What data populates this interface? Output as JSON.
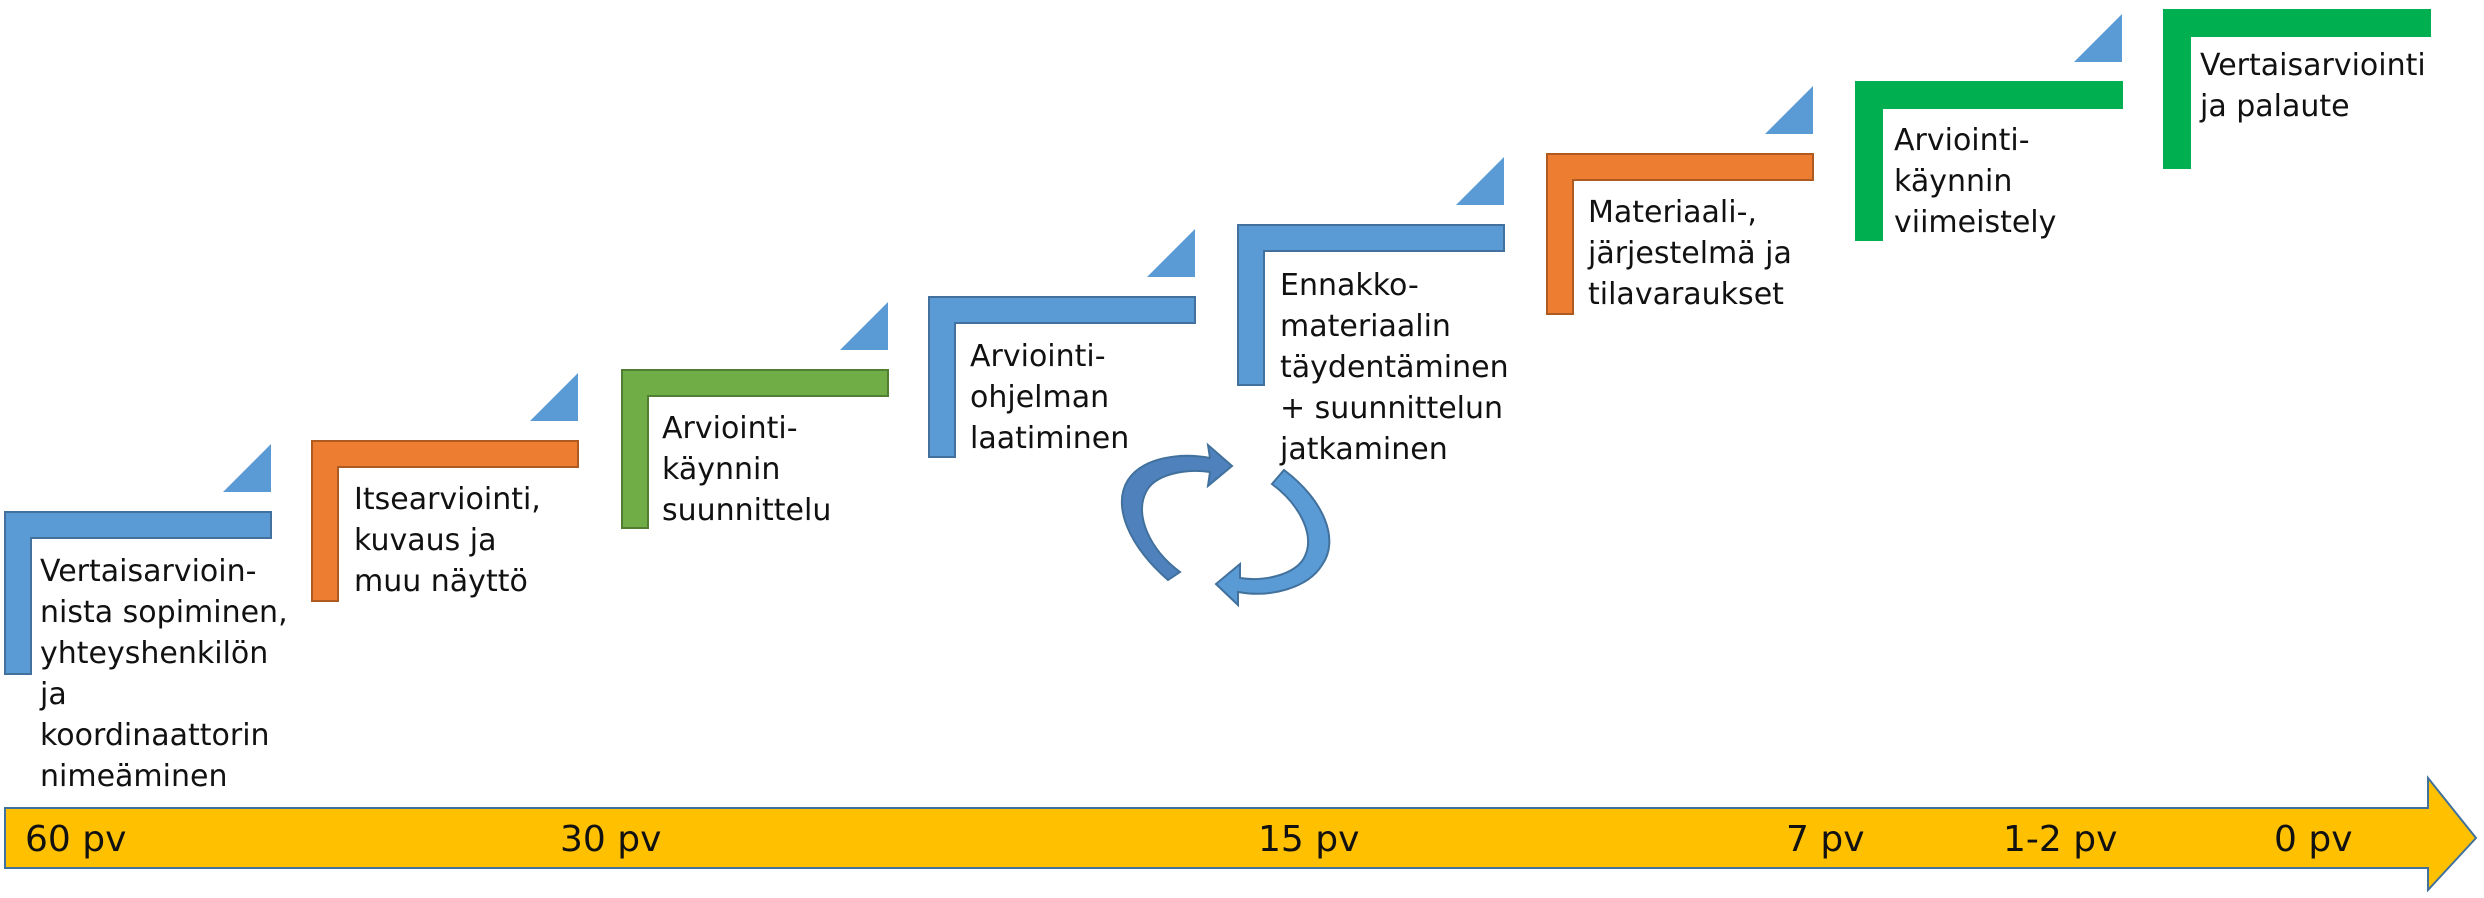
{
  "colors": {
    "blue": "#5B9BD5",
    "orange": "#ED7D31",
    "light_green": "#70AD47",
    "dark_green": "#00B050",
    "timeline_yellow": "#FFC000",
    "cycle_arrow": "#4F81BD",
    "text": "#111111"
  },
  "steps": [
    {
      "text": "Vertaisarvioin-\nnista sopiminen,\nyhteyshenkilön\nja\nkoordinaattorin\nnimeäminen",
      "color": "blue"
    },
    {
      "text": "Itsearviointi,\nkuvaus ja\nmuu näyttö",
      "color": "orange"
    },
    {
      "text": "Arviointi-\nkäynnin\nsuunnittelu",
      "color": "light_green"
    },
    {
      "text": "Arviointi-\nohjelman\nlaatiminen",
      "color": "blue"
    },
    {
      "text": "Ennakko-\nmateriaalin\ntäydentäminen\n+ suunnittelun\njatkaminen",
      "color": "blue"
    },
    {
      "text": "Materiaali-,\njärjestelmä ja\ntilavaraukset",
      "color": "orange"
    },
    {
      "text": "Arviointi-\nkäynnin\nviimeistely",
      "color": "dark_green"
    },
    {
      "text": "Vertaisarviointi\nja palaute",
      "color": "dark_green"
    }
  ],
  "timeline": {
    "labels": [
      "60 pv",
      "30 pv",
      "15 pv",
      "7 pv",
      "1-2 pv",
      "0 pv"
    ]
  },
  "cycle": {
    "icon": "cycle-arrows-icon"
  }
}
